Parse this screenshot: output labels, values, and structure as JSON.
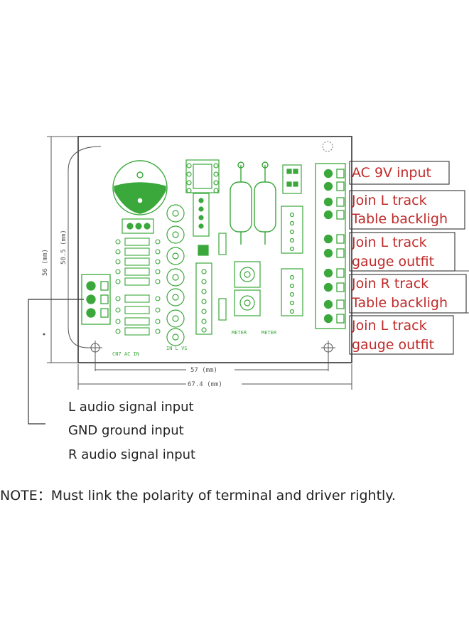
{
  "callouts": {
    "ac_input": "AC 9V  input",
    "join_l_backlight_1": "Join L track",
    "table_backlight_1": "Table backligh",
    "join_l_gauge_1": "Join L track",
    "gauge_outfit_1": "gauge outfit",
    "join_r_backlight": "Join R track",
    "table_backlight_2": "Table backligh",
    "join_l_gauge_2": "Join L track",
    "gauge_outfit_2": "gauge outfit"
  },
  "inputs": {
    "l_audio": "L audio signal input",
    "gnd": "GND ground input",
    "r_audio": "R audio signal input"
  },
  "dimensions": {
    "inner_width": "57 (mm)",
    "outer_width": "67.4 (mm)",
    "outer_height": "56 (mm)",
    "inner_height": "50.5 (mm)"
  },
  "note": "NOTE：Must link the polarity of terminal and driver rightly.",
  "colors": {
    "pcb_green": "#3aa83a",
    "callout_red": "#c02a2a",
    "line_dark": "#333333"
  }
}
